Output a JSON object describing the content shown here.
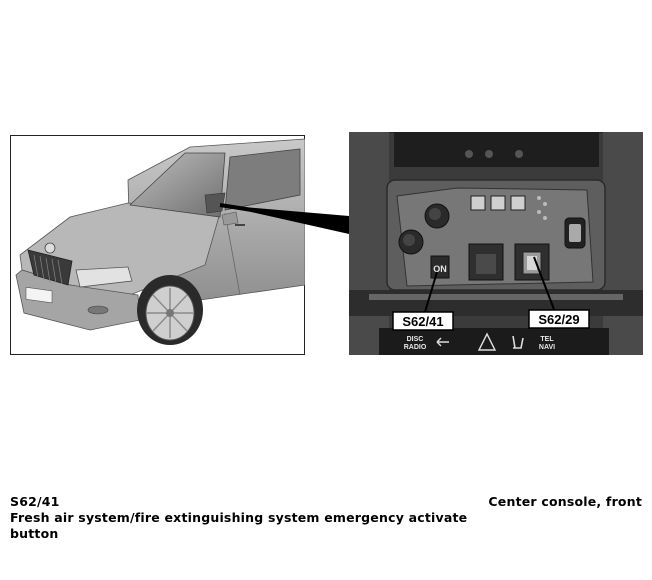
{
  "callouts": {
    "left": "S62/41",
    "right": "S62/29"
  },
  "console_labels": {
    "switch_on": "ON",
    "disc_line1": "DISC",
    "disc_line2": "RADIO",
    "tel_line1": "TEL",
    "tel_line2": "NAVI"
  },
  "caption": {
    "code": "S62/41",
    "description": "Fresh air system/fire extinguishing system emergency activate button",
    "location": "Center console, front"
  }
}
